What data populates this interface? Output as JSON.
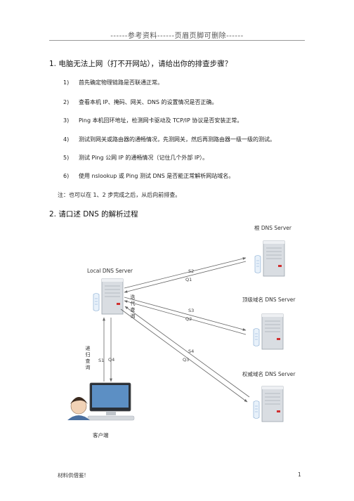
{
  "header": "------参考资料------页眉页脚可删除------",
  "q1": {
    "title": "1.  电脑无法上网（打不开网站），请给出你的排查步骤？",
    "steps": [
      {
        "num": "1)",
        "text": "首先确定物理链路是否联通正常。"
      },
      {
        "num": "2)",
        "text": "查看本机 IP、掩码、网关、DNS 的设置情况是否正确。"
      },
      {
        "num": "3)",
        "text": "Ping 本机回环地址，检测网卡驱动及 TCP/IP 协议是否安装正常。"
      },
      {
        "num": "4)",
        "text": "测试到网关或路由器的通畅情况，先测网关，然后再测路由器一级一级的测试。"
      },
      {
        "num": "5)",
        "text": "测试 Ping 公网 IP 的通畅情况（记住几个外部 IP）。"
      },
      {
        "num": "6)",
        "text": "使用 nslookup  或 Ping  测试 DNS 是否能正常解析网站域名。"
      }
    ],
    "note": "注：也可以在 1、2 步完成之后，从后向前排查。"
  },
  "q2": {
    "title": "2.  请口述 DNS 的解析过程"
  },
  "diagram": {
    "root_server": "根 DNS Server",
    "local_server": "Local DNS Server",
    "tld_server": "顶级域名 DNS Server",
    "auth_server": "权威域名 DNS Server",
    "client": "客户端",
    "iterative_query": "迭代查询",
    "recursive_query": "递归查询",
    "s1": "S1",
    "s2": "S2",
    "s3": "S3",
    "s4": "S4",
    "q1": "Q1",
    "q2": "Q2",
    "q3": "Q3",
    "q4": "Q4"
  },
  "footer": {
    "left": "材料供借鉴!",
    "page": "1"
  }
}
